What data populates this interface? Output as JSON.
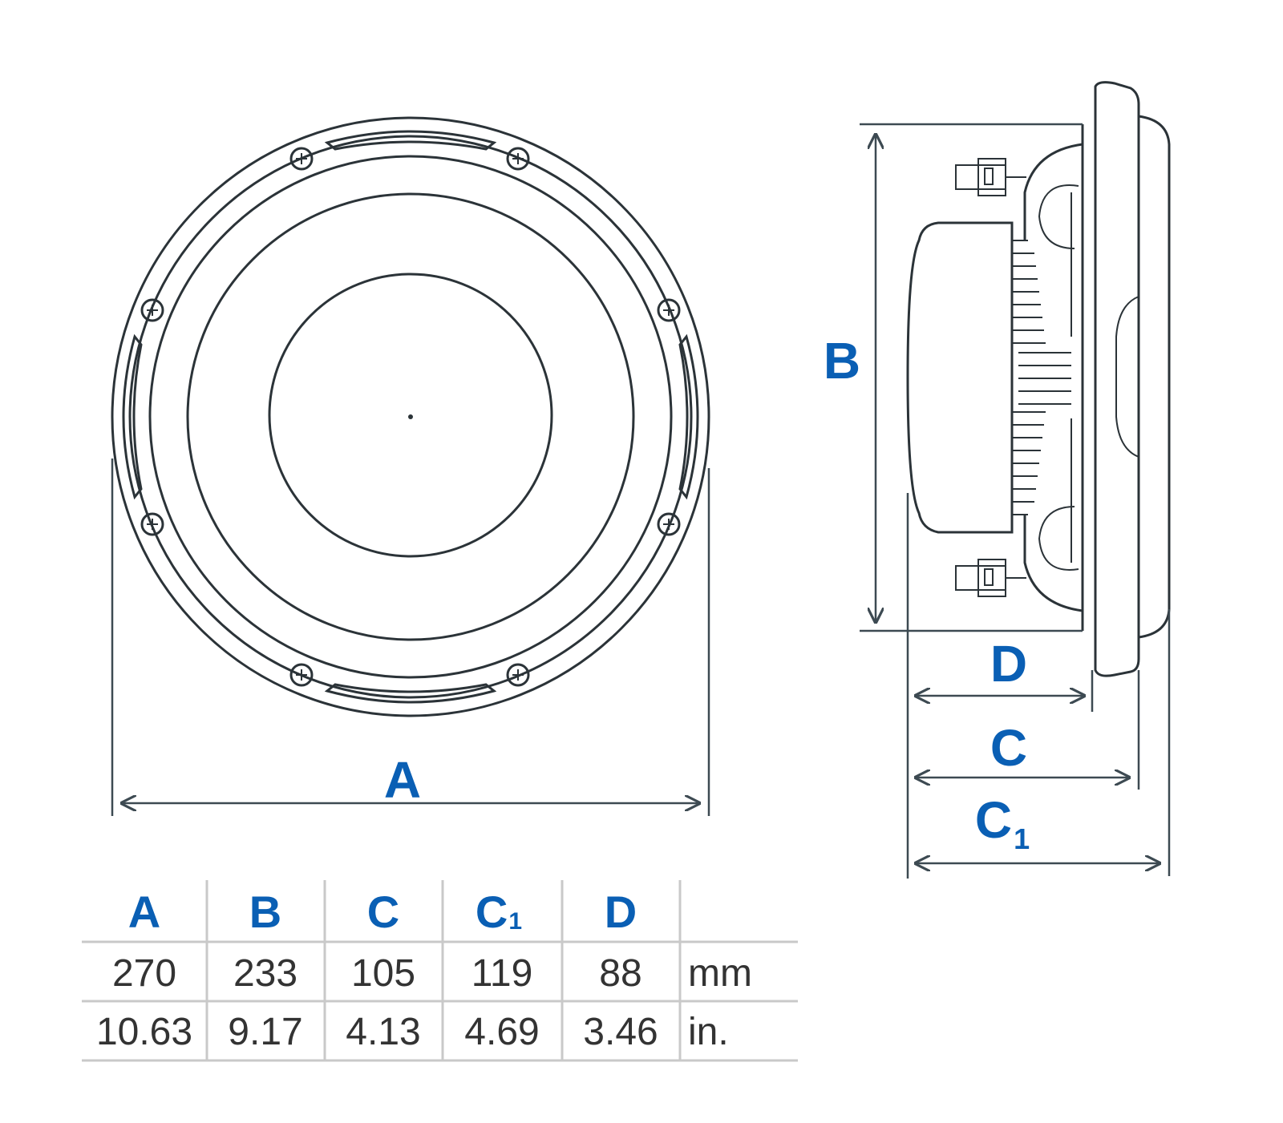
{
  "dimension_labels": {
    "a": "A",
    "b": "B",
    "d": "D",
    "c": "C",
    "c1_main": "C",
    "c1_sub": "1"
  },
  "table": {
    "headers": [
      {
        "main": "A",
        "sub": ""
      },
      {
        "main": "B",
        "sub": ""
      },
      {
        "main": "C",
        "sub": ""
      },
      {
        "main": "C",
        "sub": "1"
      },
      {
        "main": "D",
        "sub": ""
      }
    ],
    "rows": [
      {
        "values": [
          "270",
          "233",
          "105",
          "119",
          "88"
        ],
        "unit": "mm"
      },
      {
        "values": [
          "10.63",
          "9.17",
          "4.13",
          "4.69",
          "3.46"
        ],
        "unit": "in."
      }
    ]
  },
  "colors": {
    "label": "#0a5fb4",
    "line": "#2b3338",
    "grid": "#c9c9c9",
    "value_text": "#333333"
  }
}
